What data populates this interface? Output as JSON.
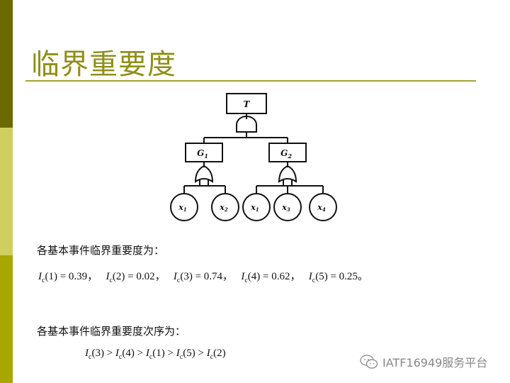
{
  "slide": {
    "title": "临界重要度"
  },
  "tree": {
    "top": "T",
    "gates": [
      "G",
      "G"
    ],
    "gate_subs": [
      "1",
      "2"
    ],
    "leaves": [
      {
        "label": "x",
        "sub": "1"
      },
      {
        "label": "x",
        "sub": "2"
      },
      {
        "label": "x",
        "sub": "1"
      },
      {
        "label": "x",
        "sub": "3"
      },
      {
        "label": "x",
        "sub": "4"
      }
    ]
  },
  "text": {
    "line1": "各基本事件临界重要度为：",
    "line2": "各基本事件临界重要度次序为："
  },
  "formula1": {
    "sym": "I",
    "sub": "c",
    "items": [
      {
        "arg": "(1)",
        "val": "= 0.39"
      },
      {
        "arg": "(2)",
        "val": "= 0.02"
      },
      {
        "arg": "(3)",
        "val": "= 0.74"
      },
      {
        "arg": "(4)",
        "val": "= 0.62"
      },
      {
        "arg": "(5)",
        "val": "= 0.25"
      }
    ],
    "sep": "，",
    "end": "。"
  },
  "formula2": {
    "sym": "I",
    "sub": "c",
    "args": [
      "(3)",
      "(4)",
      "(1)",
      "(5)",
      "(2)"
    ],
    "op": ">"
  },
  "watermark": {
    "text": "IATF16949服务平台"
  }
}
